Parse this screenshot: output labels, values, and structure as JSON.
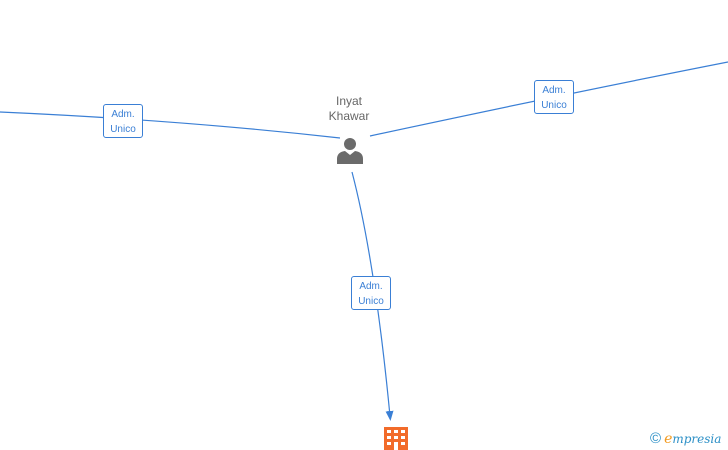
{
  "graph": {
    "person": {
      "name_line1": "Inyat",
      "name_line2": "Khawar",
      "icon": "person-icon"
    },
    "company": {
      "icon": "building-icon",
      "color": "#f26b2a"
    },
    "edges": [
      {
        "id": "edge-left",
        "label_line1": "Adm.",
        "label_line2": "Unico"
      },
      {
        "id": "edge-right",
        "label_line1": "Adm.",
        "label_line2": "Unico"
      },
      {
        "id": "edge-down",
        "label_line1": "Adm.",
        "label_line2": "Unico"
      }
    ],
    "edge_color": "#3a7fd5"
  },
  "watermark": {
    "copyright_symbol": "©",
    "brand_first": "e",
    "brand_rest": "mpresia"
  }
}
